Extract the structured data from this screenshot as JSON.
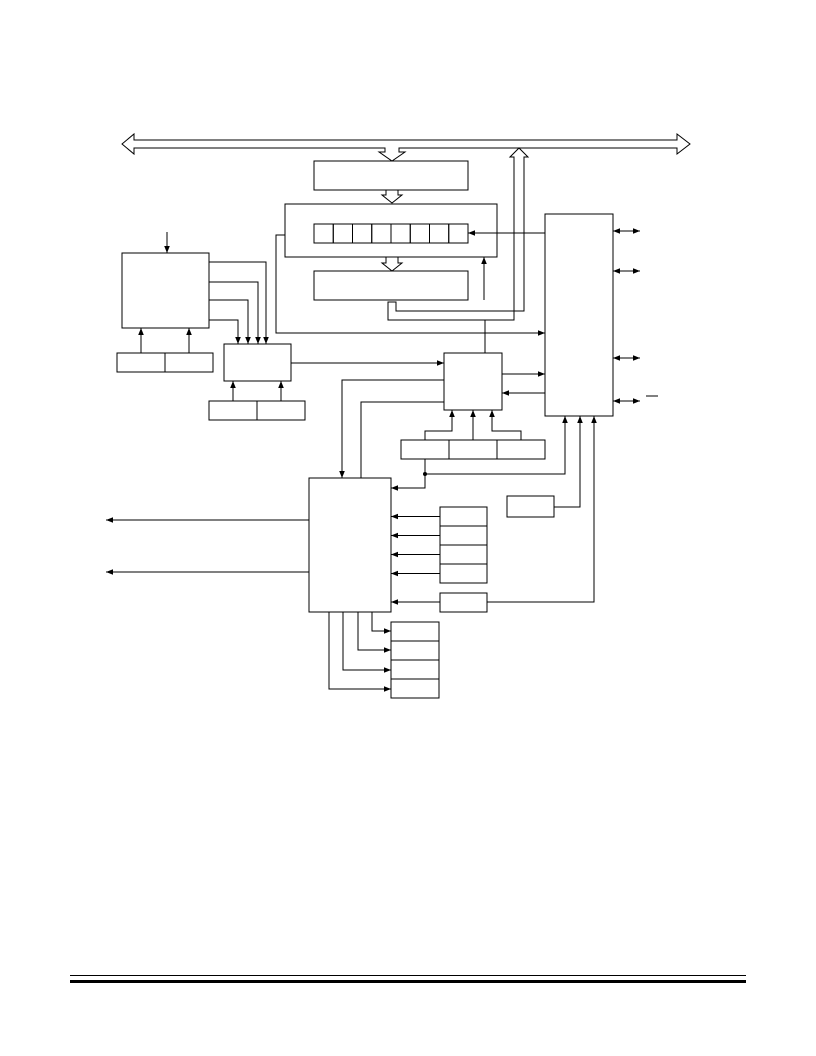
{
  "colors": {
    "stroke": "#000000",
    "background": "#ffffff"
  },
  "diagram": {
    "type": "block-diagram",
    "text_labels": [],
    "register_cell_count": 8,
    "data_register_stack_count": 4,
    "output_register_stack_count": 4
  }
}
